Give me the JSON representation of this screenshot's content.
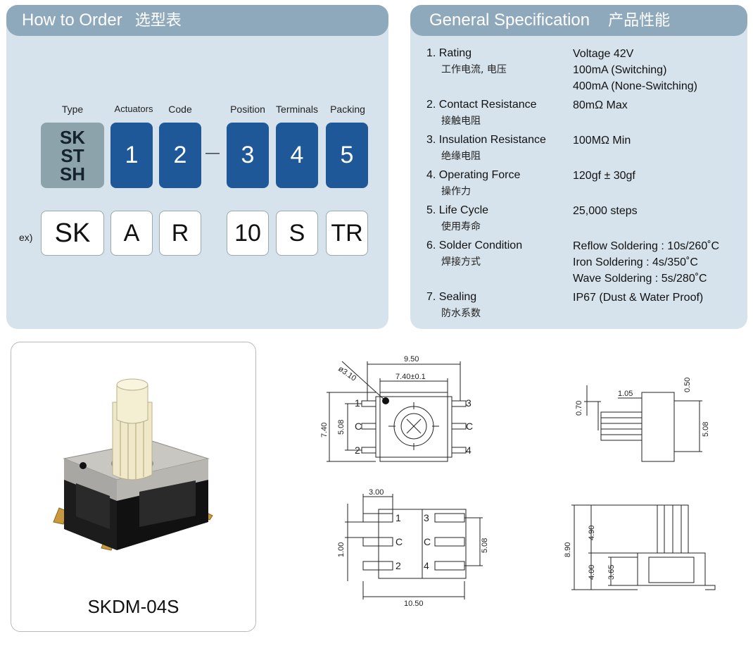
{
  "order": {
    "title": "How to Order",
    "title_cn": "选型表",
    "headers": [
      "Type",
      "Actuators",
      "Code",
      "Position",
      "Terminals",
      "Packing"
    ],
    "type_codes": [
      "SK",
      "ST",
      "SH"
    ],
    "code_boxes": [
      "1",
      "2",
      "3",
      "4",
      "5"
    ],
    "dash": "—",
    "example_label": "ex)",
    "example": [
      "SK",
      "A",
      "R",
      "10",
      "S",
      "TR"
    ]
  },
  "spec": {
    "title": "General Specification",
    "title_cn": "产品性能",
    "items": [
      {
        "label": "1. Rating",
        "cn": "工作电流, 电压",
        "values": [
          "Voltage 42V",
          "100mA (Switching)",
          "400mA (None-Switching)"
        ]
      },
      {
        "label": "2. Contact Resistance",
        "cn": "接触电阻",
        "values": [
          "80mΩ  Max"
        ]
      },
      {
        "label": "3. Insulation Resistance",
        "cn": "绝缘电阻",
        "values": [
          "100MΩ  Min"
        ]
      },
      {
        "label": "4. Operating Force",
        "cn": "操作力",
        "values": [
          "120gf ± 30gf"
        ]
      },
      {
        "label": "5. Life Cycle",
        "cn": "使用寿命",
        "values": [
          "25,000 steps"
        ]
      },
      {
        "label": "6. Solder Condition",
        "cn": "焊接方式",
        "values": [
          "Reflow Soldering  : 10s/260˚C",
          "Iron Soldering : 4s/350˚C",
          "Wave Soldering : 5s/280˚C"
        ]
      },
      {
        "label": "7. Sealing",
        "cn": "防水系数",
        "values": [
          "IP67 (Dust & Water Proof)"
        ]
      }
    ]
  },
  "product": {
    "model": "SKDM-04S"
  },
  "drawing": {
    "top_view": {
      "d_hole": "ø3.10",
      "w_outer": "9.50",
      "w_inner": "7.40±0.1",
      "h_left": "7.40",
      "h_inner": "5.08",
      "pins": [
        "1",
        "C",
        "2",
        "3",
        "C",
        "4"
      ]
    },
    "side_view": {
      "d1": "1.05",
      "d2": "0.50",
      "d3": "0.70",
      "d4": "5.08"
    },
    "footprint": {
      "d1": "3.00",
      "d2": "1.00",
      "d3": "5.08",
      "d4": "10.50",
      "pins": [
        "1",
        "3",
        "C",
        "C",
        "2",
        "4"
      ]
    },
    "front_view": {
      "d1": "4.90",
      "d2": "8.90",
      "d3": "4.00",
      "d4": "3.65"
    }
  }
}
